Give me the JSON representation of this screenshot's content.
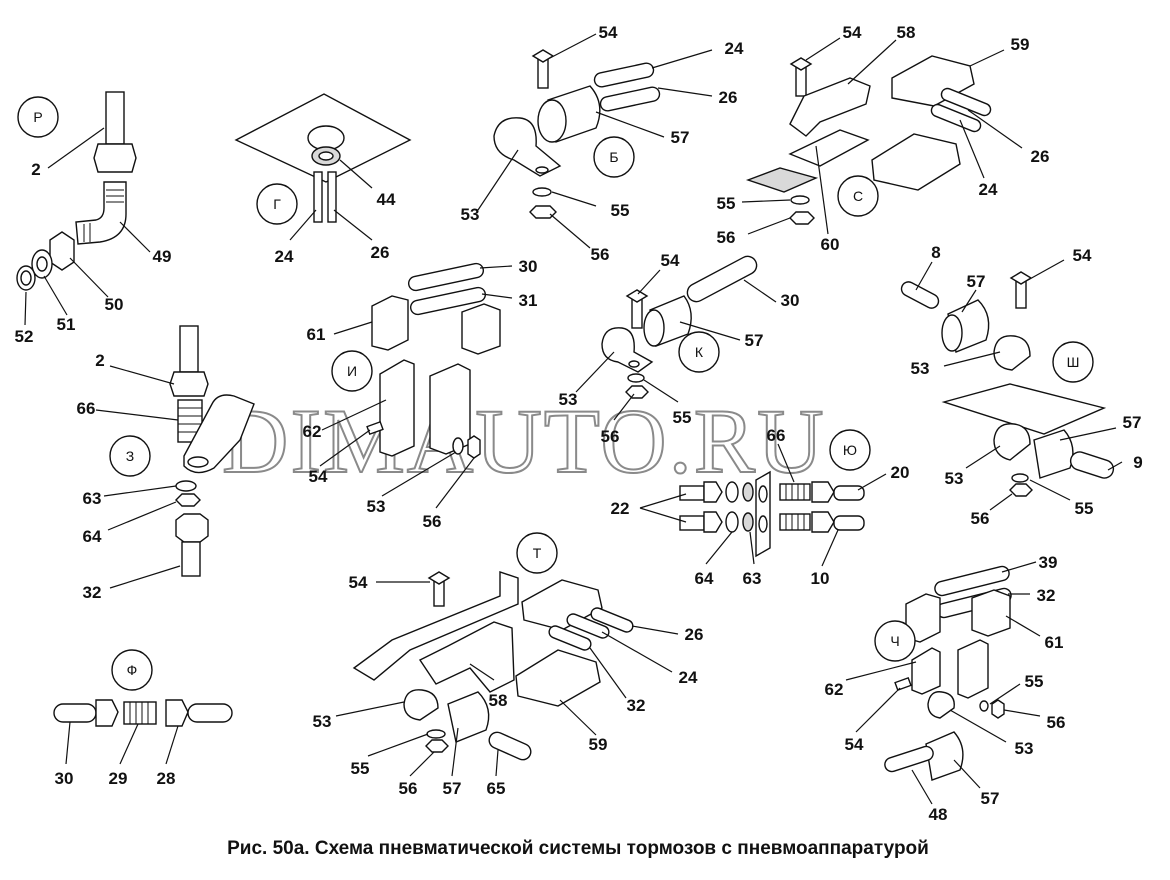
{
  "caption": "Рис. 50а. Схема пневматической системы тормозов с пневмоаппаратурой",
  "watermark": "DIMAUTO.RU",
  "groups": {
    "r": "Р",
    "g": "Г",
    "b": "Б",
    "s": "С",
    "i": "И",
    "k": "К",
    "sh": "Ш",
    "z": "З",
    "yu": "Ю",
    "t": "Т",
    "ch": "Ч",
    "f": "Ф"
  },
  "labels": {
    "p1": "2",
    "p2": "49",
    "p3": "50",
    "p4": "51",
    "p5": "52",
    "g1": "44",
    "g2": "24",
    "g3": "26",
    "b1": "54",
    "b2": "24",
    "b3": "26",
    "b4": "57",
    "b5": "53",
    "b6": "55",
    "b7": "56",
    "s1": "54",
    "s2": "58",
    "s3": "59",
    "s4": "26",
    "s5": "24",
    "s6": "55",
    "s7": "56",
    "s8": "60",
    "i1": "30",
    "i2": "31",
    "i3": "61",
    "i4": "62",
    "i5": "54",
    "i6": "53",
    "i7": "56",
    "k1": "54",
    "k2": "30",
    "k3": "57",
    "k4": "53",
    "k5": "55",
    "k6": "56",
    "sh1": "8",
    "sh2": "57",
    "sh3": "54",
    "sh4": "53",
    "sh5": "57",
    "sh6": "53",
    "sh7": "9",
    "sh8": "56",
    "sh9": "55",
    "z1": "2",
    "z2": "66",
    "z3": "63",
    "z4": "64",
    "z5": "32",
    "yu1": "66",
    "yu2": "20",
    "yu3": "22",
    "yu4": "64",
    "yu5": "63",
    "yu6": "10",
    "t1": "54",
    "t2": "26",
    "t3": "24",
    "t4": "58",
    "t5": "32",
    "t6": "53",
    "t7": "59",
    "t8": "55",
    "t9": "56",
    "t10": "57",
    "t11": "65",
    "ch1": "39",
    "ch2": "32",
    "ch3": "61",
    "ch4": "62",
    "ch5": "55",
    "ch6": "54",
    "ch7": "56",
    "ch8": "53",
    "ch9": "48",
    "ch10": "57",
    "f1": "30",
    "f2": "29",
    "f3": "28"
  }
}
